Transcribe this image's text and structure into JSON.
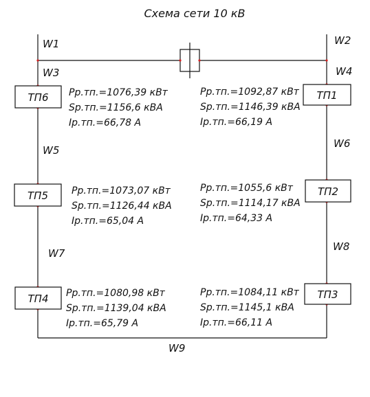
{
  "title": "Схема сети 10 кВ",
  "lines": {
    "W1": "W1",
    "W2": "W2",
    "W3": "W3",
    "W4": "W4",
    "W5": "W5",
    "W6": "W6",
    "W7": "W7",
    "W8": "W8",
    "W9": "W9"
  },
  "substations": {
    "tp6": {
      "name": "ТП6",
      "p": "Pр.тп.=1076,39 кВт",
      "s": "Sр.тп.=1156,6 кВА",
      "i": "Iр.тп.=66,78 А"
    },
    "tp1": {
      "name": "ТП1",
      "p": "Pр.тп.=1092,87 кВт",
      "s": "Sр.тп.=1146,39 кВА",
      "i": "Iр.тп.=66,19 А"
    },
    "tp5": {
      "name": "ТП5",
      "p": "Pр.тп.=1073,07 кВт",
      "s": "Sр.тп.=1126,44 кВА",
      "i": "Iр.тп.=65,04 А"
    },
    "tp2": {
      "name": "ТП2",
      "p": "Pр.тп.=1055,6 кВт",
      "s": "Sр.тп.=1114,17 кВА",
      "i": "Iр.тп.=64,33 А"
    },
    "tp4": {
      "name": "ТП4",
      "p": "Pр.тп.=1080,98 кВт",
      "s": "Sр.тп.=1139,04 кВА",
      "i": "Iр.тп.=65,79 А"
    },
    "tp3": {
      "name": "ТП3",
      "p": "Pр.тп.=1084,11 кВт",
      "s": "Sр.тп.=1145,1 кВА",
      "i": "Iр.тп.=66,11 А"
    }
  }
}
